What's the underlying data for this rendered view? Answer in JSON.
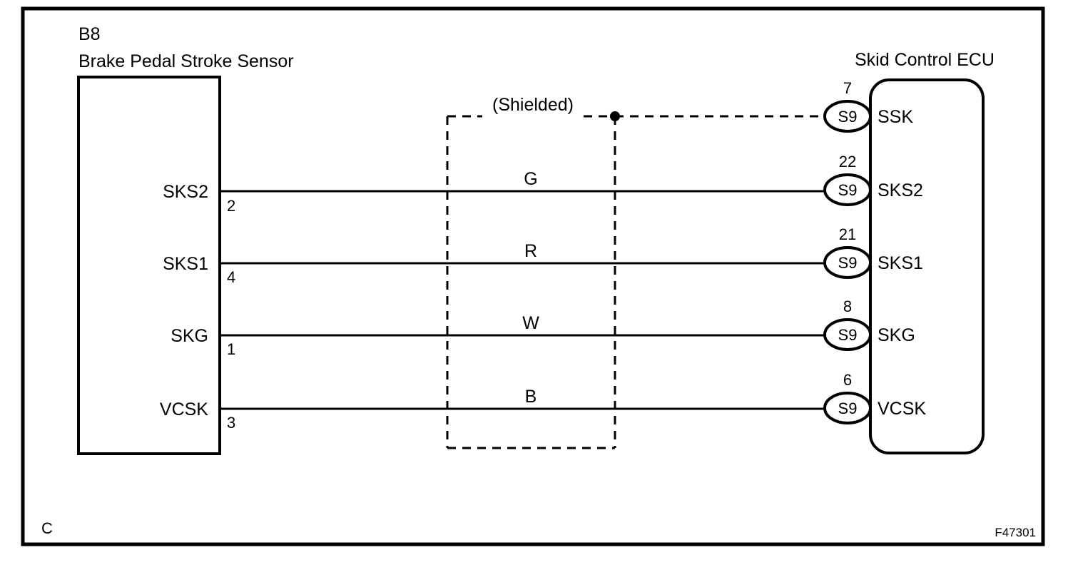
{
  "figure": {
    "code": "F47301",
    "corner_label": "C",
    "shield_label": "(Shielded)"
  },
  "left_device": {
    "tag": "B8",
    "title": "Brake Pedal Stroke Sensor",
    "ports": [
      {
        "label": "SKS2",
        "pin": "2"
      },
      {
        "label": "SKS1",
        "pin": "4"
      },
      {
        "label": "SKG",
        "pin": "1"
      },
      {
        "label": "VCSK",
        "pin": "3"
      }
    ]
  },
  "right_device": {
    "title": "Skid Control ECU",
    "ports": [
      {
        "pin": "7",
        "connector": "S9",
        "label": "SSK"
      },
      {
        "pin": "22",
        "connector": "S9",
        "label": "SKS2"
      },
      {
        "pin": "21",
        "connector": "S9",
        "label": "SKS1"
      },
      {
        "pin": "8",
        "connector": "S9",
        "label": "SKG"
      },
      {
        "pin": "6",
        "connector": "S9",
        "label": "VCSK"
      }
    ]
  },
  "wires": [
    {
      "color_code": "G",
      "from": "SKS2",
      "to": "SKS2"
    },
    {
      "color_code": "R",
      "from": "SKS1",
      "to": "SKS1"
    },
    {
      "color_code": "W",
      "from": "SKG",
      "to": "SKG"
    },
    {
      "color_code": "B",
      "from": "VCSK",
      "to": "VCSK"
    }
  ],
  "colors": {
    "ink": "#000000",
    "paper": "#ffffff"
  }
}
